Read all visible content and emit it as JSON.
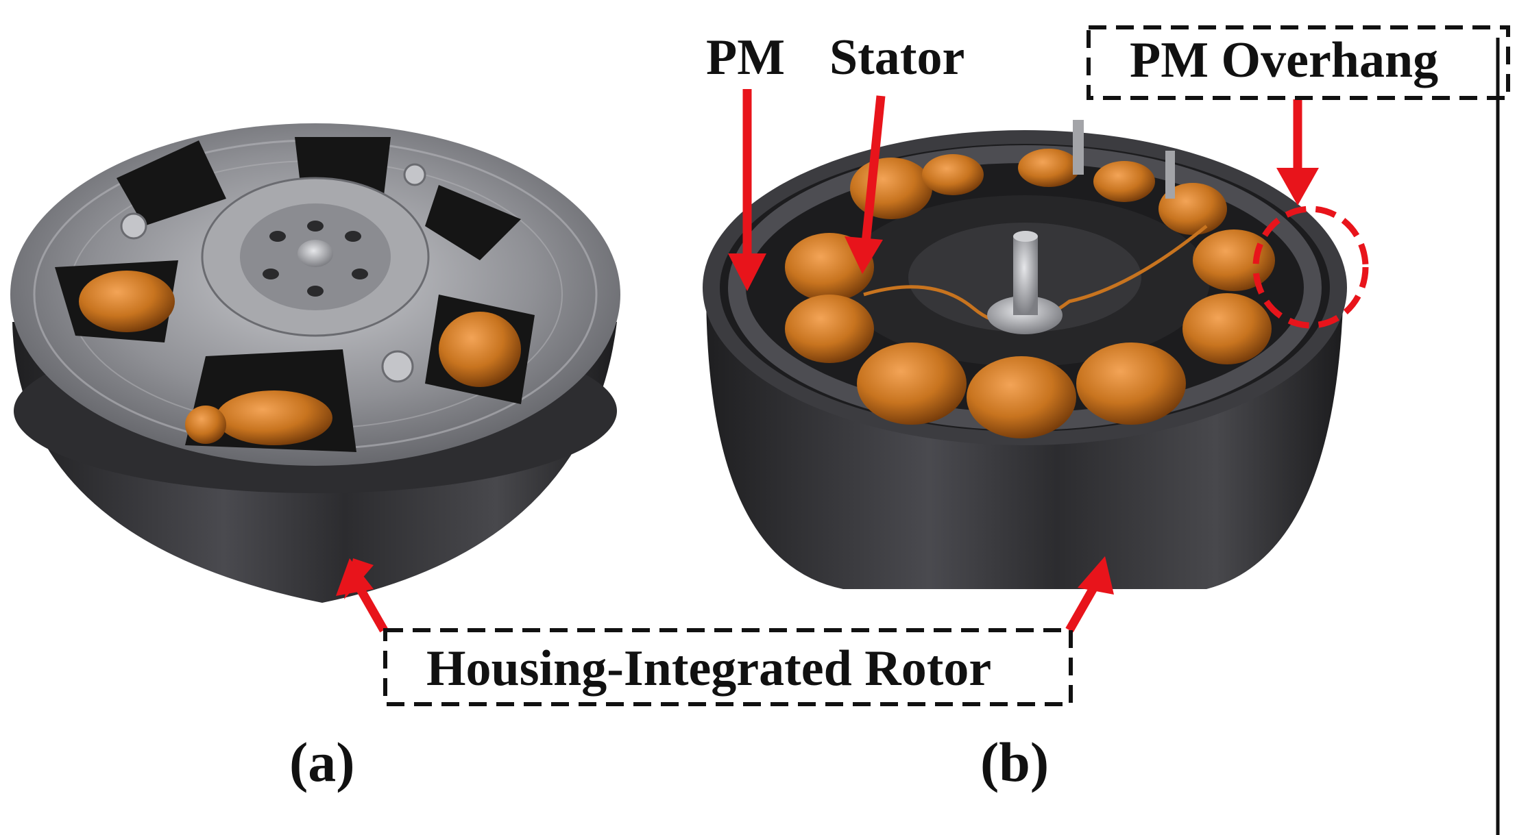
{
  "labels": {
    "pm": "PM",
    "stator": "Stator",
    "pm_overhang": "PM Overhang",
    "housing_rotor": "Housing-Integrated Rotor",
    "panel_a": "(a)",
    "panel_b": "(b)"
  },
  "colors": {
    "arrow": "#e8141b",
    "copper": "#c8741f",
    "copper_dark": "#7a3f0c",
    "housing_dark": "#2a2a2c",
    "housing_light": "#5c5c60",
    "plate": "#9a9ba0",
    "text": "#111111"
  }
}
